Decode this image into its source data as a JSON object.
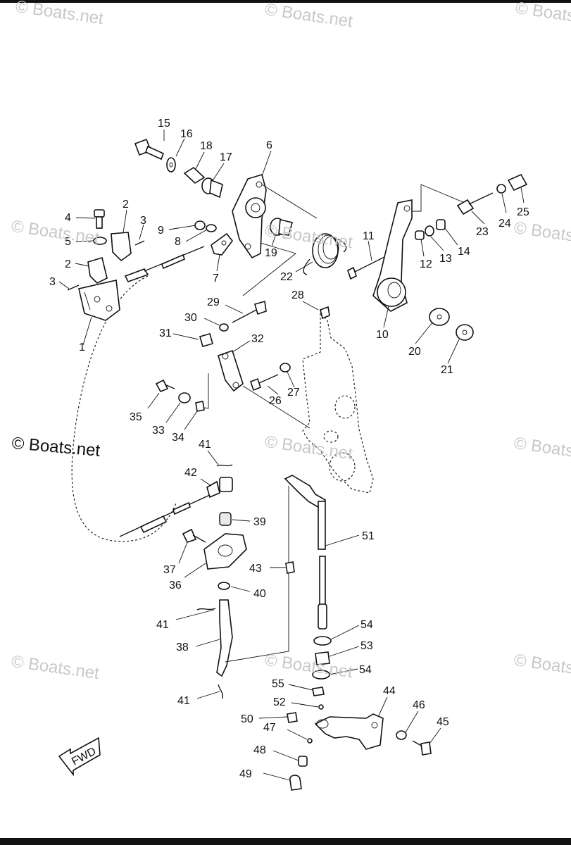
{
  "watermarks": {
    "brand": "© Boats.net",
    "prominent": "© Boats.net"
  },
  "fwd_badge": "FWD",
  "callouts": {
    "c1": "1",
    "c2a": "2",
    "c2b": "2",
    "c3a": "3",
    "c3b": "3",
    "c4": "4",
    "c5": "5",
    "c6": "6",
    "c7": "7",
    "c8": "8",
    "c9": "9",
    "c10": "10",
    "c11": "11",
    "c12": "12",
    "c13": "13",
    "c14": "14",
    "c15": "15",
    "c16": "16",
    "c17": "17",
    "c18": "18",
    "c19": "19",
    "c20": "20",
    "c21": "21",
    "c22": "22",
    "c23": "23",
    "c24": "24",
    "c25": "25",
    "c26": "26",
    "c27": "27",
    "c28": "28",
    "c29": "29",
    "c30": "30",
    "c31": "31",
    "c32": "32",
    "c33": "33",
    "c34": "34",
    "c35": "35",
    "c36": "36",
    "c37": "37",
    "c38": "38",
    "c39": "39",
    "c40": "40",
    "c41a": "41",
    "c41b": "41",
    "c41c": "41",
    "c42": "42",
    "c43": "43",
    "c44": "44",
    "c45": "45",
    "c46": "46",
    "c47": "47",
    "c48": "48",
    "c49": "49",
    "c50": "50",
    "c51": "51",
    "c52": "52",
    "c53": "53",
    "c54a": "54",
    "c54b": "54",
    "c55": "55"
  }
}
